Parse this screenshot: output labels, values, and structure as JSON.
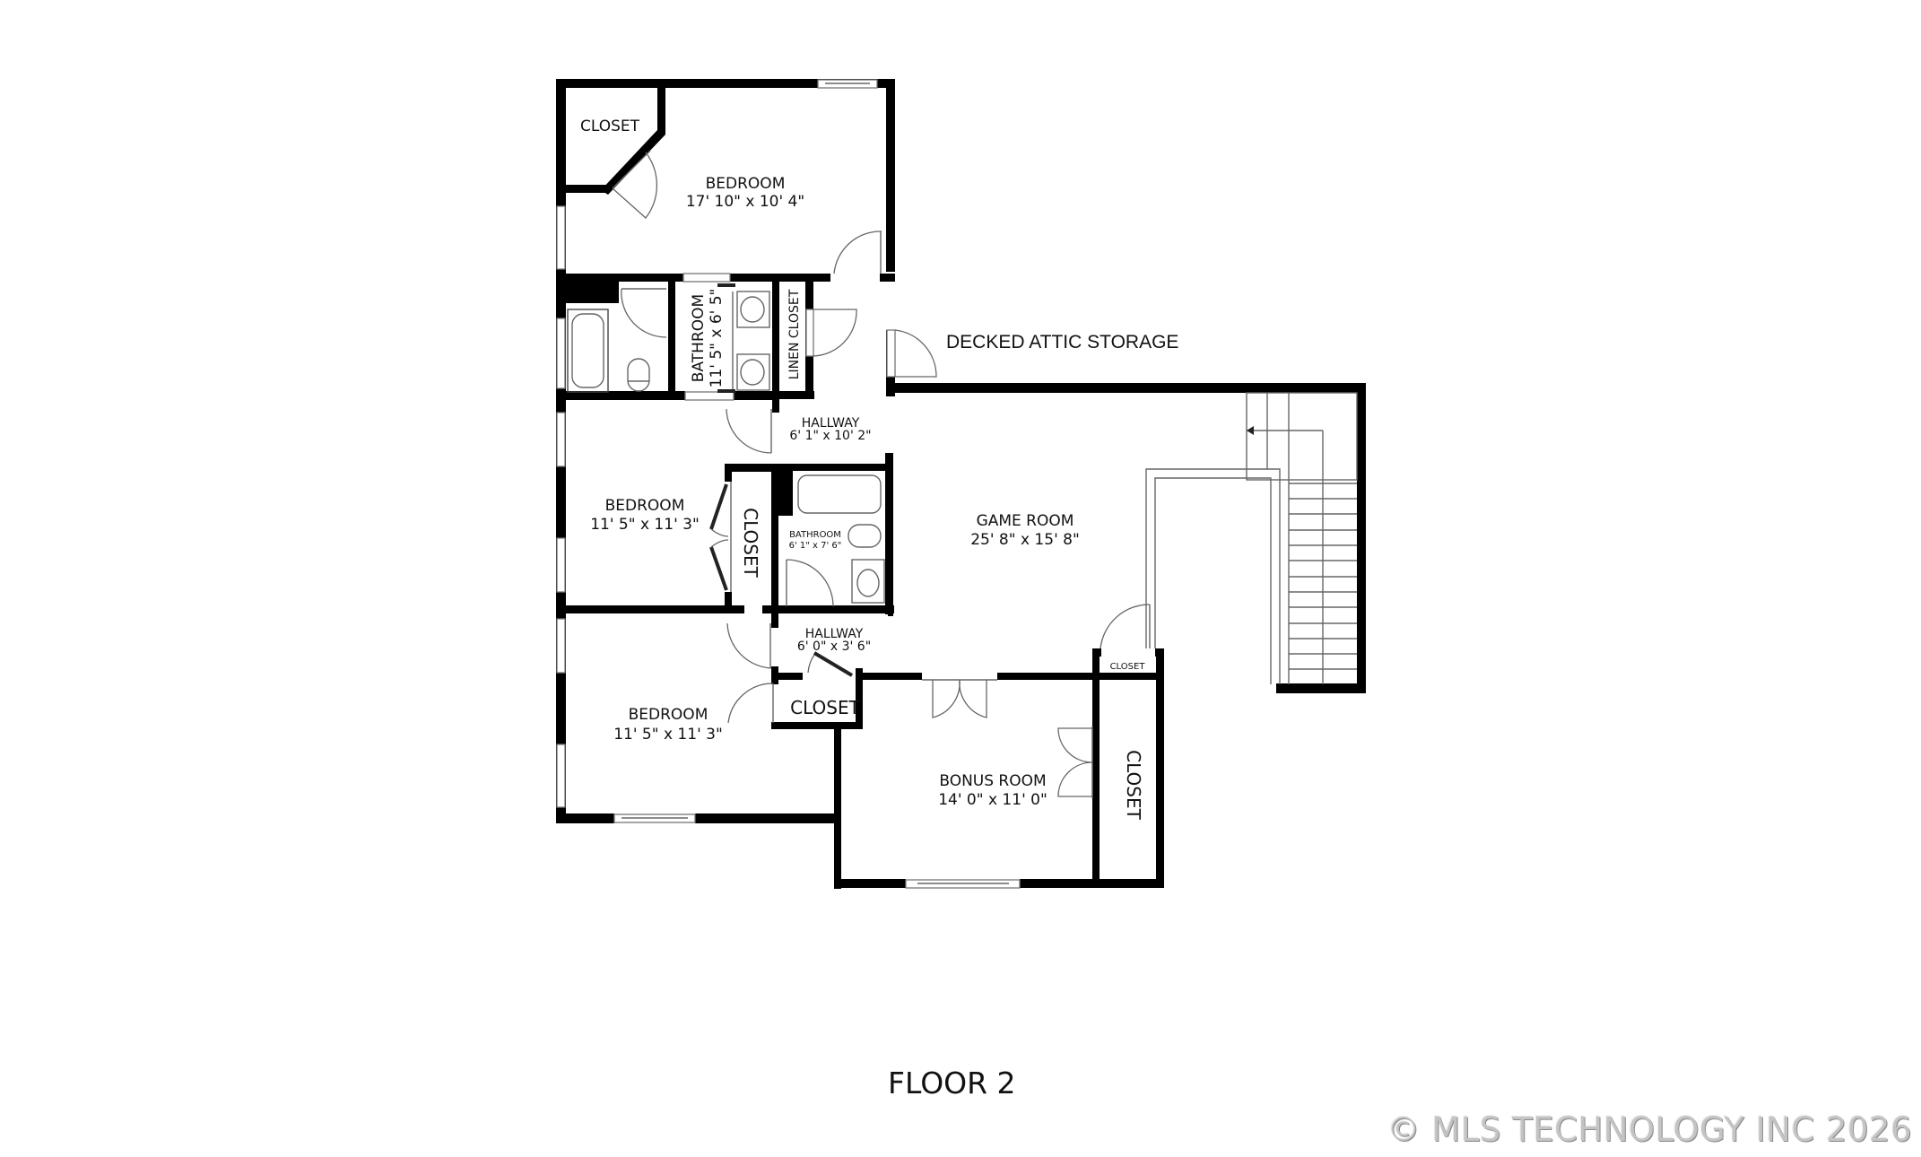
{
  "plan": {
    "floor_label": "FLOOR 2",
    "copyright": "© MLS TECHNOLOGY INC 2026",
    "outside_label": "DECKED ATTIC STORAGE",
    "rooms": {
      "closet_top": {
        "name": "CLOSET"
      },
      "bedroom_top": {
        "name": "BEDROOM",
        "dims": "17' 10\" x 10' 4\""
      },
      "bathroom_main": {
        "name": "BATHROOM",
        "dims": "11' 5\" x 6' 5\""
      },
      "linen_closet": {
        "name": "LINEN CLOSET"
      },
      "hallway_upper": {
        "name": "HALLWAY",
        "dims": "6' 1\" x 10' 2\""
      },
      "bedroom_mid": {
        "name": "BEDROOM",
        "dims": "11' 5\" x 11' 3\""
      },
      "closet_mid": {
        "name": "CLOSET"
      },
      "bathroom_small": {
        "name": "BATHROOM",
        "dims": "6' 1\" x 7' 6\""
      },
      "game_room": {
        "name": "GAME ROOM",
        "dims": "25' 8\" x 15' 8\""
      },
      "hallway_lower": {
        "name": "HALLWAY",
        "dims": "6' 0\" x 3' 6\""
      },
      "closet_small": {
        "name": "CLOSET"
      },
      "bedroom_low": {
        "name": "BEDROOM",
        "dims": "11' 5\" x 11' 3\""
      },
      "closet_hall": {
        "name": "CLOSET"
      },
      "bonus_room": {
        "name": "BONUS ROOM",
        "dims": "14' 0\" x 11' 0\""
      },
      "closet_bonus": {
        "name": "CLOSET"
      }
    },
    "colors": {
      "wall": "#000000",
      "fixture": "#666666",
      "background": "#ffffff",
      "copyright": "#c4c4c4"
    }
  }
}
